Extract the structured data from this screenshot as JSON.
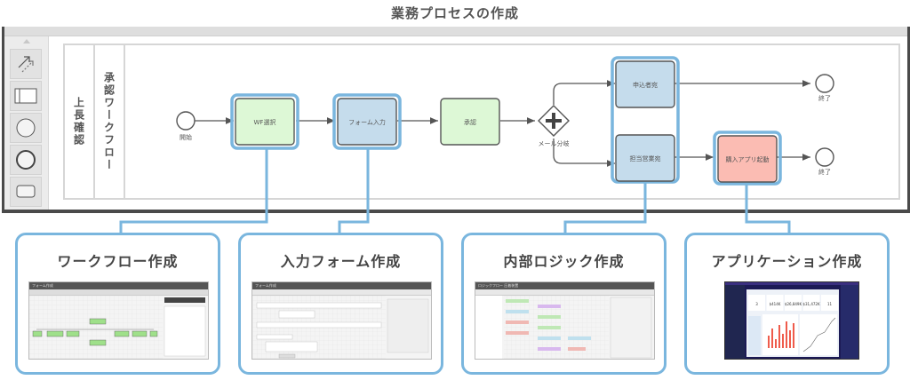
{
  "title": "業務プロセスの作成",
  "palette": {
    "items": [
      {
        "icon": "connector-arrows-icon"
      },
      {
        "icon": "pool-lane-icon"
      },
      {
        "icon": "start-event-circle-icon"
      },
      {
        "icon": "end-event-circle-icon"
      },
      {
        "icon": "task-rectangle-icon"
      }
    ]
  },
  "pool": {
    "name": "上長確認",
    "lane": "承認ワークフロー"
  },
  "flow": {
    "start_label": "開始",
    "tasks": [
      {
        "id": "wf",
        "label": "WF選択",
        "fill": "#ddf8d6",
        "highlight": true
      },
      {
        "id": "form",
        "label": "フォーム入力",
        "fill": "#c5dcec",
        "highlight": true
      },
      {
        "id": "approve",
        "label": "承認",
        "fill": "#ddf8d6",
        "highlight": false
      },
      {
        "id": "applicant",
        "label": "申込者宛",
        "fill": "#c5dcec",
        "highlight": true
      },
      {
        "id": "sales",
        "label": "担当営業宛",
        "fill": "#c5dcec",
        "highlight": true
      },
      {
        "id": "app",
        "label": "購入アプリ起動",
        "fill": "#fbbcb3",
        "highlight": true
      }
    ],
    "gateway_label": "メール分岐",
    "end_labels": [
      "終了",
      "終了"
    ],
    "highlight_color": "#7ab6de"
  },
  "cards": [
    {
      "title": "ワークフロー作成",
      "thumb_header": "フォーム作成",
      "kind": "workflow"
    },
    {
      "title": "入力フォーム作成",
      "thumb_header": "フォーム作成",
      "kind": "form"
    },
    {
      "title": "内部ロジック作成",
      "thumb_header": "ロジックフロー 圧着装置",
      "kind": "logic"
    },
    {
      "title": "アプリケーション作成",
      "thumb_header": "",
      "kind": "dashboard",
      "kpis": [
        "3",
        "$414K",
        "$26,849K",
        "$31,472K",
        "11"
      ]
    }
  ]
}
